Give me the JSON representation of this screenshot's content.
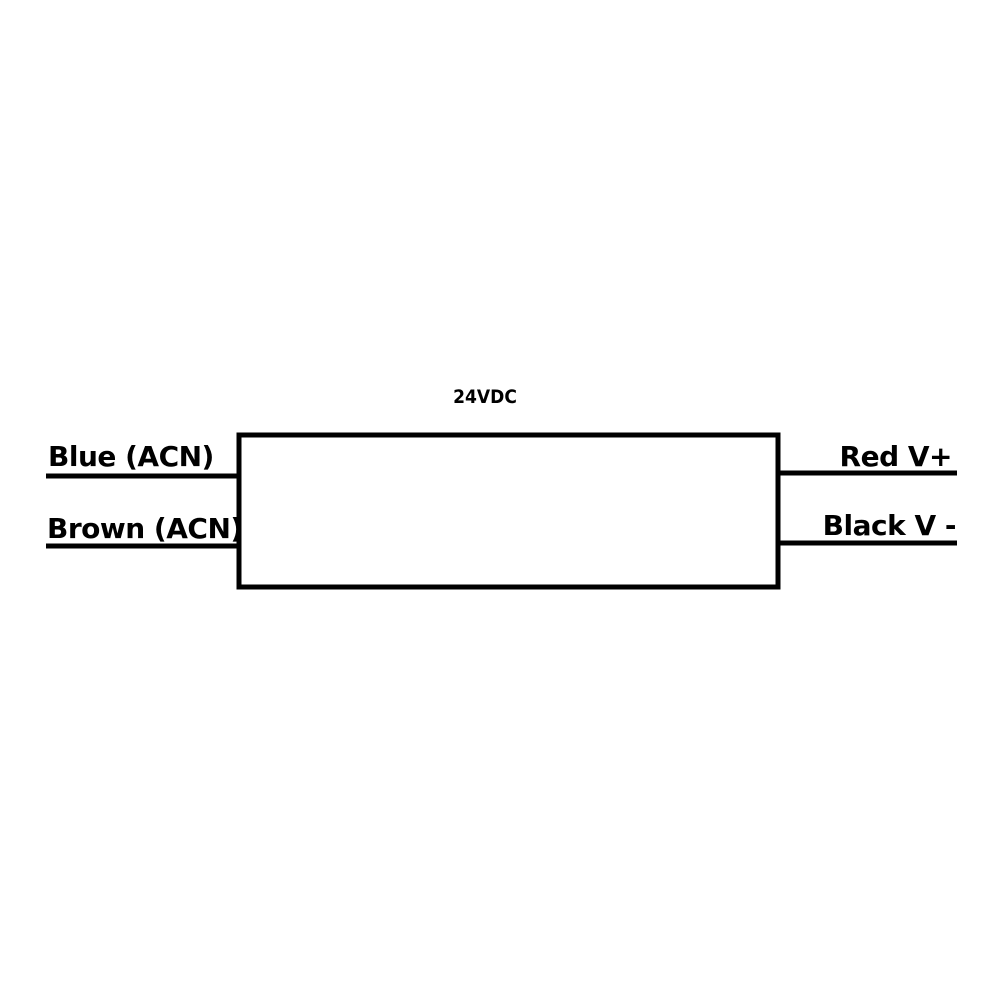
{
  "diagram": {
    "device_label": "24VDC",
    "inputs": [
      {
        "label": "Blue (ACN)"
      },
      {
        "label": "Brown (ACN)"
      }
    ],
    "outputs": [
      {
        "label": "Red V+"
      },
      {
        "label": "Black V -"
      }
    ],
    "colors": {
      "line": "#000000",
      "background": "#ffffff"
    }
  }
}
